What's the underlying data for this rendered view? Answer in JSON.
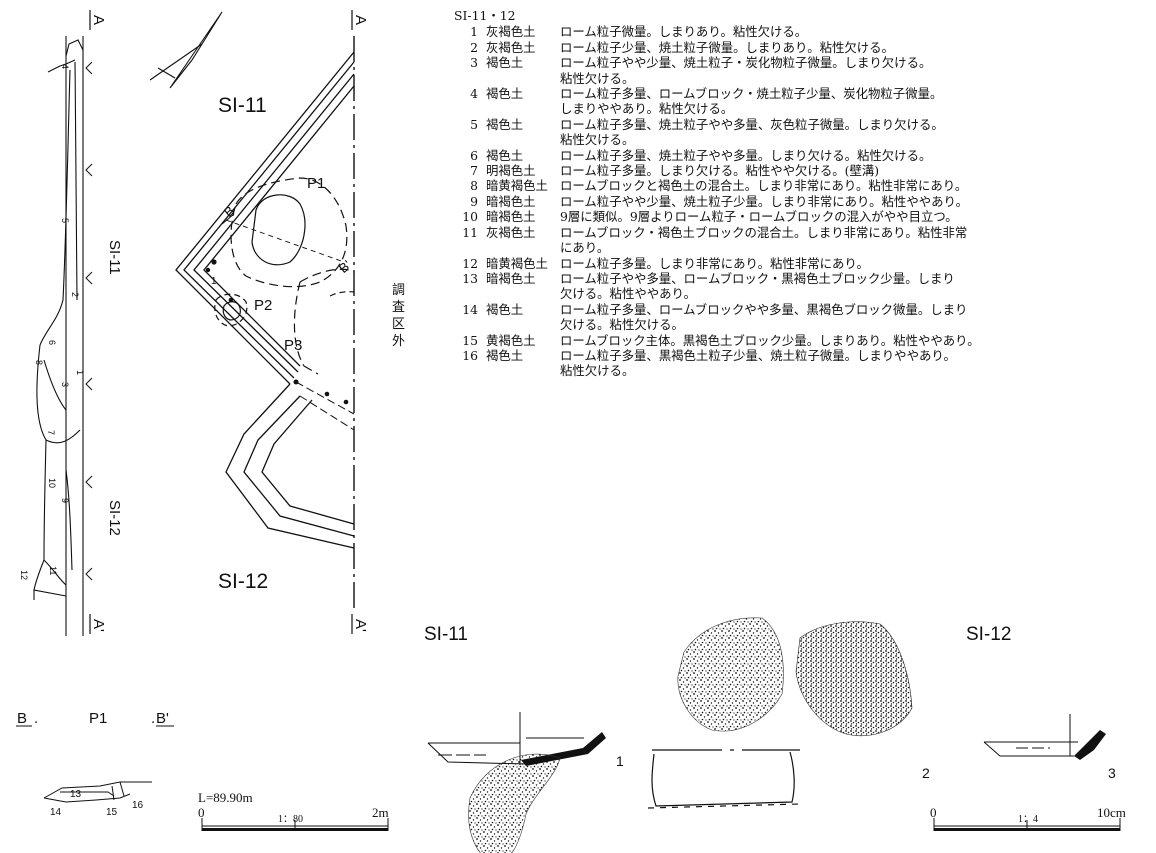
{
  "section_marks": {
    "a": "A",
    "a_prime": "A'",
    "b": "B",
    "b_prime": "B'"
  },
  "features": {
    "si11": "SI-11",
    "si12": "SI-12",
    "p1": "P1",
    "p2": "P2",
    "p3": "P3"
  },
  "limit_note": "調査区外",
  "profile_layers": [
    "1",
    "2",
    "3",
    "4",
    "5",
    "6",
    "7",
    "8",
    "9",
    "10",
    "11",
    "12"
  ],
  "p1_section": {
    "title": "P1",
    "layers": [
      "13",
      "14",
      "15",
      "16"
    ]
  },
  "plan_scale": {
    "level": "L=89.90m",
    "start": "0",
    "ratio": "1：80",
    "end": "2m"
  },
  "artifact_scale": {
    "start": "0",
    "ratio": "1：4",
    "end": "10cm"
  },
  "artifacts": {
    "si11_heading": "SI-11",
    "si12_heading": "SI-12",
    "numbers": [
      "1",
      "2",
      "3"
    ]
  },
  "legend": {
    "title": "SI-11・12",
    "rows": [
      {
        "num": "1",
        "name": "灰褐色土",
        "desc": "ローム粒子微量。しまりあり。粘性欠ける。"
      },
      {
        "num": "2",
        "name": "灰褐色土",
        "desc": "ローム粒子少量、焼土粒子微量。しまりあり。粘性欠ける。"
      },
      {
        "num": "3",
        "name": "褐色土",
        "desc": "ローム粒子やや少量、焼土粒子・炭化物粒子微量。しまり欠ける。\n粘性欠ける。"
      },
      {
        "num": "4",
        "name": "褐色土",
        "desc": "ローム粒子多量、ロームブロック・焼土粒子少量、炭化物粒子微量。\nしまりややあり。粘性欠ける。"
      },
      {
        "num": "5",
        "name": "褐色土",
        "desc": "ローム粒子多量、焼土粒子やや多量、灰色粒子微量。しまり欠ける。\n粘性欠ける。"
      },
      {
        "num": "6",
        "name": "褐色土",
        "desc": "ローム粒子多量、焼土粒子やや多量。しまり欠ける。粘性欠ける。"
      },
      {
        "num": "7",
        "name": "明褐色土",
        "desc": "ローム粒子多量。しまり欠ける。粘性やや欠ける。(壁溝)"
      },
      {
        "num": "8",
        "name": "暗黄褐色土",
        "desc": "ロームブロックと褐色土の混合土。しまり非常にあり。粘性非常にあり。"
      },
      {
        "num": "9",
        "name": "暗褐色土",
        "desc": "ローム粒子やや少量、焼土粒子少量。しまり非常にあり。粘性ややあり。"
      },
      {
        "num": "10",
        "name": "暗褐色土",
        "desc": "9層に類似。9層よりローム粒子・ロームブロックの混入がやや目立つ。"
      },
      {
        "num": "11",
        "name": "灰褐色土",
        "desc": "ロームブロック・褐色土ブロックの混合土。しまり非常にあり。粘性非常\nにあり。"
      },
      {
        "num": "12",
        "name": "暗黄褐色土",
        "desc": "ローム粒子多量。しまり非常にあり。粘性非常にあり。"
      },
      {
        "num": "13",
        "name": "暗褐色土",
        "desc": "ローム粒子やや多量、ロームブロック・黒褐色土ブロック少量。しまり\n欠ける。粘性ややあり。"
      },
      {
        "num": "14",
        "name": "褐色土",
        "desc": "ローム粒子多量、ロームブロックやや多量、黒褐色ブロック微量。しまり\n欠ける。粘性欠ける。"
      },
      {
        "num": "15",
        "name": "黄褐色土",
        "desc": "ロームブロック主体。黒褐色土ブロック少量。しまりあり。粘性ややあり。"
      },
      {
        "num": "16",
        "name": "褐色土",
        "desc": "ローム粒子多量、黒褐色土粒子少量、焼土粒子微量。しまりややあり。\n粘性欠ける。"
      }
    ]
  }
}
